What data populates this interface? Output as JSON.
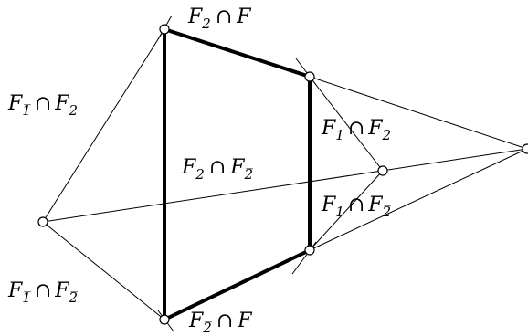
{
  "diagram": {
    "labels": {
      "top_edge": {
        "base": "F",
        "sub1": "2",
        "op": "∩",
        "base2": "F",
        "sub2": ""
      },
      "left_outer": {
        "base": "F",
        "sub1": "1̅",
        "op": "∩",
        "base2": "F",
        "sub2": "2"
      },
      "inner_center": {
        "base": "F",
        "sub1": "2",
        "op": "∩",
        "base2": "F",
        "sub2": "2̅"
      },
      "right_upper": {
        "base": "F",
        "sub1": "1",
        "op": "∩",
        "base2": "F",
        "sub2": "2"
      },
      "right_lower": {
        "base": "F",
        "sub1": "1",
        "op": "∩",
        "base2": "F",
        "sub2": "2̅"
      },
      "left_lower": {
        "base": "F",
        "sub1": "1̅",
        "op": "∩",
        "base2": "F",
        "sub2": "2̅"
      },
      "bottom_edge": {
        "base": "F",
        "sub1": "2̅",
        "op": "∩",
        "base2": "F",
        "sub2": ""
      }
    }
  }
}
